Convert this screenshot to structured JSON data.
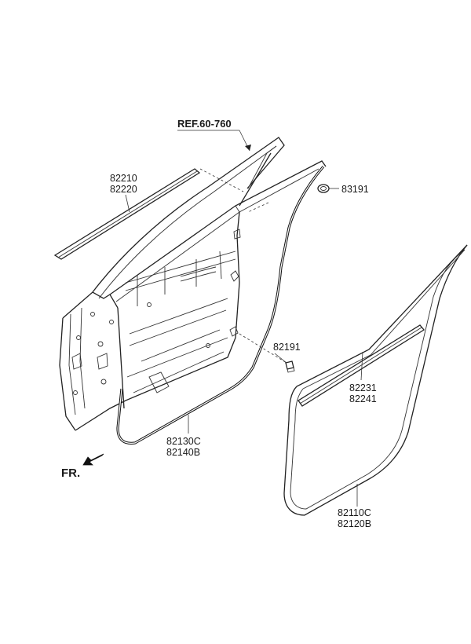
{
  "diagram": {
    "reference": "REF.60-760",
    "direction_label": "FR.",
    "parts": [
      {
        "codes": [
          "82210",
          "82220"
        ]
      },
      {
        "codes": [
          "83191"
        ]
      },
      {
        "codes": [
          "82191"
        ]
      },
      {
        "codes": [
          "82231",
          "82241"
        ]
      },
      {
        "codes": [
          "82130C",
          "82140B"
        ]
      },
      {
        "codes": [
          "82110C",
          "82120B"
        ]
      }
    ]
  }
}
